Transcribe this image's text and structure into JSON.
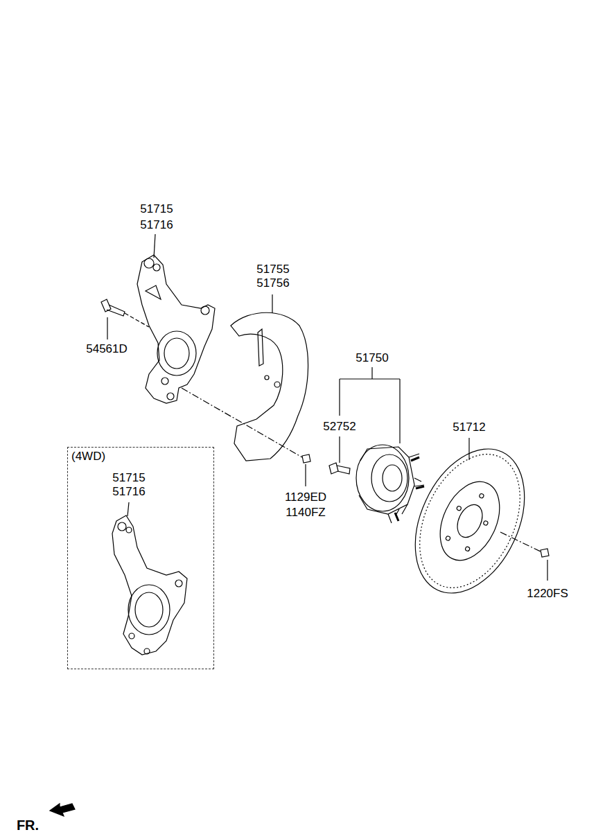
{
  "diagram": {
    "nodes": [
      {
        "text": [
          "(4WD)"
        ]
      }
    ],
    "labels": [
      "51715",
      "51716",
      "54561D",
      "51755",
      "51756",
      "51750",
      "52752",
      "51712",
      "1129ED",
      "1140FZ",
      "51715",
      "51716",
      "1220FS",
      "FR."
    ]
  }
}
